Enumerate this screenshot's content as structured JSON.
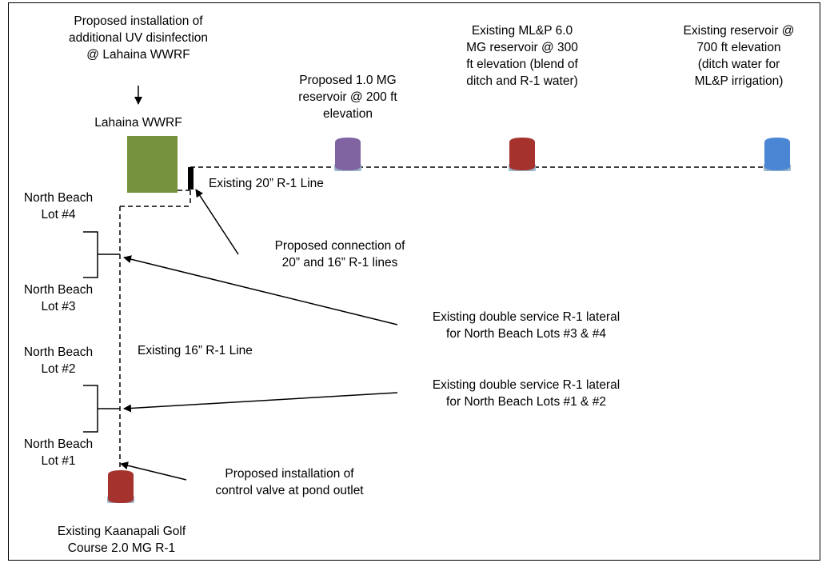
{
  "labels": {
    "uv_disinfection": "Proposed installation of\nadditional UV disinfection\n@ Lahaina WWRF",
    "lahaina_wwrf": "Lahaina WWRF",
    "proposed_reservoir": "Proposed 1.0 MG\nreservoir @ 200 ft\nelevation",
    "mlp_reservoir": "Existing ML&P 6.0\nMG reservoir @ 300\nft elevation (blend of\nditch and R-1 water)",
    "reservoir_700": "Existing reservoir @\n700 ft elevation\n(ditch water for\nML&P irrigation)",
    "line_20": "Existing 20” R-1 Line",
    "connection": "Proposed connection of\n20” and 16” R-1 lines",
    "lot4": "North Beach\nLot #4",
    "lot3": "North Beach\nLot #3",
    "lot2": "North Beach\nLot #2",
    "lot1": "North Beach\nLot #1",
    "line_16": "Existing 16” R-1 Line",
    "lateral_34": "Existing double service R-1 lateral\nfor North Beach Lots #3 & #4",
    "lateral_12": "Existing double service R-1 lateral\nfor North Beach Lots #1 & #2",
    "control_valve": "Proposed installation of\ncontrol valve at pond outlet",
    "golf_reservoir": "Existing Kaanapali Golf\nCourse 2.0 MG R-1"
  },
  "colors": {
    "wwrf": "#76923c",
    "proposed_reservoir": "#8064a2",
    "mlp_reservoir": "#a5322d",
    "reservoir_700": "#4a86d4",
    "golf_reservoir": "#a5322d"
  }
}
